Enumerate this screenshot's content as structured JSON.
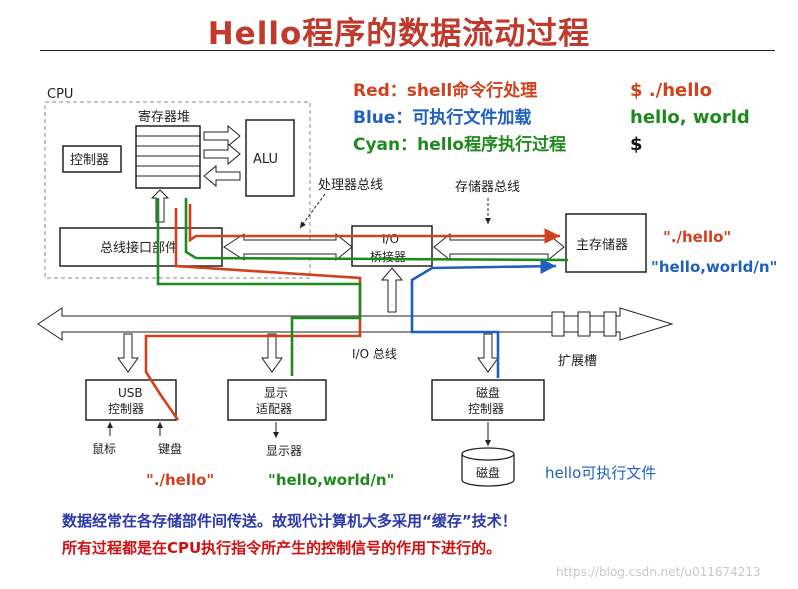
{
  "title": "Hello程序的数据流动过程",
  "legend": {
    "red": "Red：shell命令行处理",
    "blue": "Blue：可执行文件加载",
    "cyan": "Cyan：hello程序执行过程"
  },
  "terminal": {
    "line1": "$ ./hello",
    "line2": "hello, world",
    "line3": "$"
  },
  "labels": {
    "cpu": "CPU",
    "register_file": "寄存器堆",
    "controller": "控制器",
    "alu": "ALU",
    "bus_interface": "总线接口部件",
    "processor_bus": "处理器总线",
    "memory_bus": "存储器总线",
    "io_bridge_l1": "I/O",
    "io_bridge_l2": "桥接器",
    "main_memory": "主存储器",
    "io_bus": "I/O 总线",
    "expansion_slot": "扩展槽",
    "usb_l1": "USB",
    "usb_l2": "控制器",
    "display_adapter_l1": "显示",
    "display_adapter_l2": "适配器",
    "disk_controller_l1": "磁盘",
    "disk_controller_l2": "控制器",
    "mouse": "鼠标",
    "keyboard": "键盘",
    "monitor": "显示器",
    "disk": "磁盘"
  },
  "annotations": {
    "mem_hello": "\"./hello\"",
    "mem_output": "\"hello,world/n\"",
    "kbd_hello": "\"./hello\"",
    "display_output": "\"hello,world/n\"",
    "disk_file": "hello可执行文件"
  },
  "footer": {
    "line1": "数据经常在各存储部件间传送。故现代计算机大多采用“缓存”技术！",
    "line2": "所有过程都是在CPU执行指令所产生的控制信号的作用下进行的。"
  },
  "watermark": "https://blog.csdn.net/u011674213",
  "colors": {
    "title": "#c0392b",
    "red": "#d2401e",
    "blue": "#1f5fbf",
    "green": "#1e8a1e",
    "footer1": "#2b3aa8",
    "footer2": "#d01010",
    "orange": "#d2401e"
  }
}
